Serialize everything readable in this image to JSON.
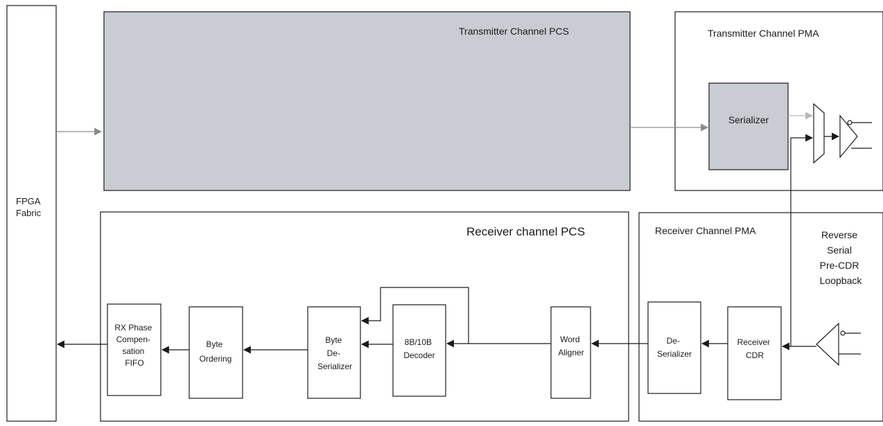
{
  "blocks": {
    "fpga": [
      "FPGA",
      "Fabric"
    ],
    "tx_pcs": "Transmitter Channel PCS",
    "tx_pma": "Transmitter Channel PMA",
    "serializer": "Serializer",
    "rx_pcs": "Receiver channel PCS",
    "rx_pma": "Receiver Channel PMA",
    "loopback": [
      "Reverse",
      "Serial",
      "Pre-CDR",
      "Loopback"
    ],
    "rx_phase_fifo": [
      "RX Phase",
      "Compen-",
      "sation",
      "FIFO"
    ],
    "byte_ordering": [
      "Byte",
      "Ordering"
    ],
    "byte_deserializer": [
      "Byte",
      "De-",
      "Serializer"
    ],
    "decoder": [
      "8B/10B",
      "Decoder"
    ],
    "word_aligner": [
      "Word",
      "Aligner"
    ],
    "deserializer": [
      "De-",
      "Serializer"
    ],
    "receiver_cdr": [
      "Receiver",
      "CDR"
    ]
  }
}
